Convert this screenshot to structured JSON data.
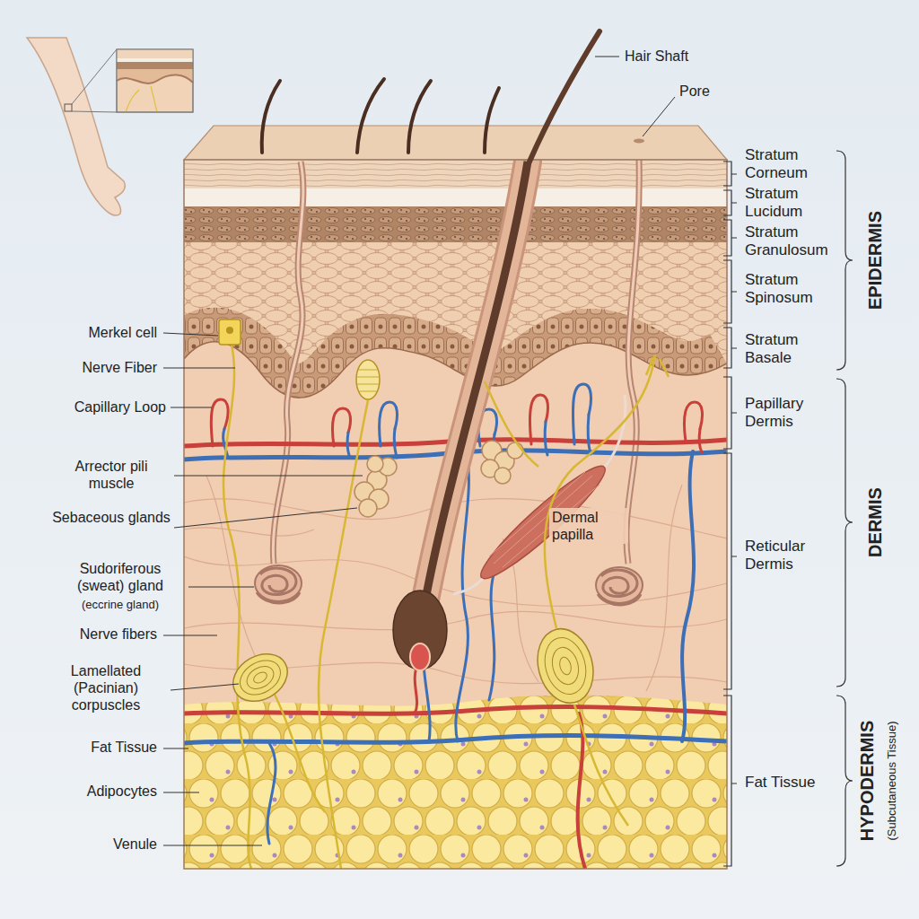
{
  "diagram": {
    "labels": [
      "Hair Shaft",
      "Pore",
      "Stratum Corneum",
      "Stratum Lucidum",
      "Stratum Granulosum",
      "Stratum Spinosum",
      "Stratum Basale",
      "EPIDERMIS",
      "Merkel cell",
      "Nerve Fiber",
      "Capillary Loop",
      "Papillary Dermis",
      "Arrector pili muscle",
      "Sebaceous glands",
      "Dermal papilla",
      "Reticular Dermis",
      "DERMIS",
      "Sudoriferous (sweat) gland",
      "(eccrine gland)",
      "Nerve fibers",
      "Lamellated (Pacinian) corpuscles",
      "Fat Tissue",
      "Adipocytes",
      "Fat Tissue",
      "Venule",
      "HYPODERMIS",
      "(Subcutaneous Tissue)"
    ]
  }
}
